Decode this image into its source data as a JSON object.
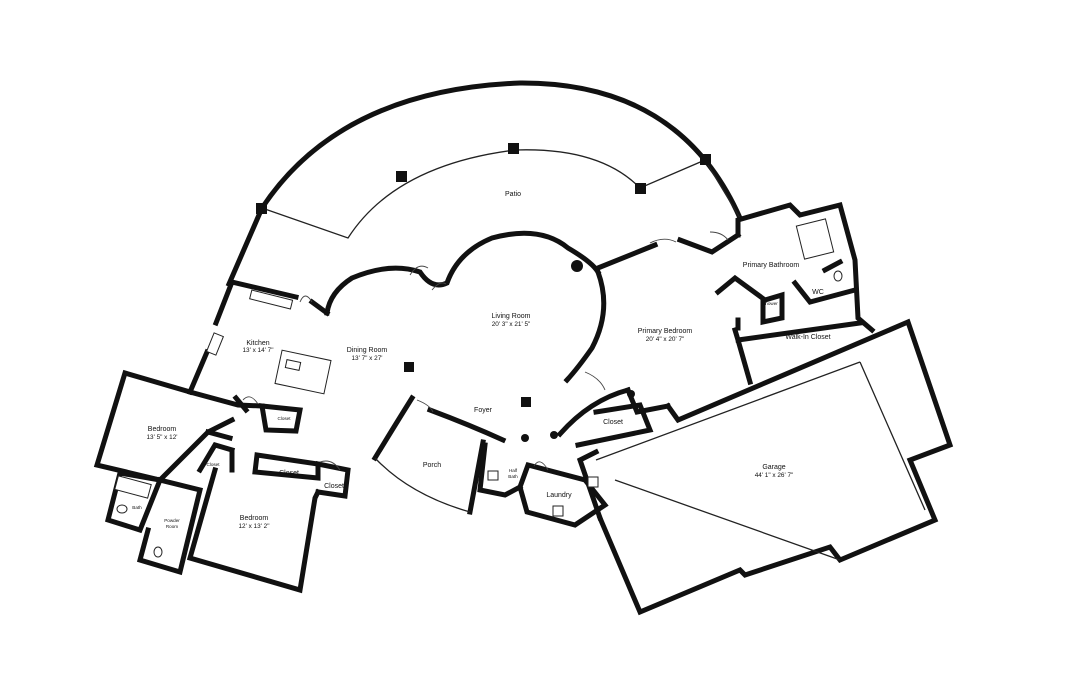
{
  "rooms": {
    "patio": {
      "name": "Patio"
    },
    "living_room": {
      "name": "Living Room",
      "dims": "20' 3\" x 21' 5\""
    },
    "primary_bedroom": {
      "name": "Primary Bedroom",
      "dims": "20' 4\" x 20' 7\""
    },
    "primary_bathroom": {
      "name": "Primary Bathroom"
    },
    "wc": {
      "name": "WC"
    },
    "shower": {
      "name": "Shower"
    },
    "walk_in_closet": {
      "name": "Walk-In Closet"
    },
    "kitchen": {
      "name": "Kitchen",
      "dims": "13' x 14' 7\""
    },
    "dining_room": {
      "name": "Dining Room",
      "dims": "13' 7\" x 27'"
    },
    "foyer": {
      "name": "Foyer"
    },
    "porch": {
      "name": "Porch"
    },
    "closet_kitchen": {
      "name": "Closet"
    },
    "closet_center": {
      "name": "Closet"
    },
    "closet_small": {
      "name": "Closet"
    },
    "closet_corner": {
      "name": "Closet"
    },
    "closet_hall": {
      "name": "Closet"
    },
    "bedroom_1": {
      "name": "Bedroom",
      "dims": "13' 5\" x 12'"
    },
    "bedroom_2": {
      "name": "Bedroom",
      "dims": "12' x 13' 2\""
    },
    "bath": {
      "name": "Bath"
    },
    "powder_room_1": {
      "name": "Powder"
    },
    "powder_room_2": {
      "name": "Room"
    },
    "half_bath_1": {
      "name": "Half"
    },
    "half_bath_2": {
      "name": "Bath"
    },
    "laundry": {
      "name": "Laundry"
    },
    "garage": {
      "name": "Garage",
      "dims": "44' 1\" x 26' 7\""
    }
  }
}
